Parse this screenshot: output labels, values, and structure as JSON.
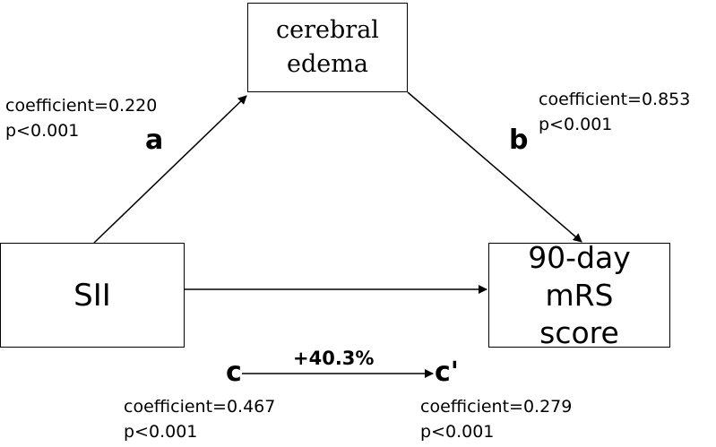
{
  "nodes": {
    "mediator": "cerebral\nedema",
    "x": "SII",
    "y": "90-day mRS\nscore"
  },
  "paths": {
    "a": {
      "label": "a",
      "coefficient": "coefficient=0.220",
      "p": "p<0.001"
    },
    "b": {
      "label": "b",
      "coefficient": "coefficient=0.853",
      "p": "p<0.001"
    },
    "c": {
      "label": "c",
      "coefficient": "coefficient=0.467",
      "p": "p<0.001"
    },
    "c_prime": {
      "label": "c'",
      "coefficient": "coefficient=0.279",
      "p": "p<0.001"
    }
  },
  "change_label": "+40.3%"
}
